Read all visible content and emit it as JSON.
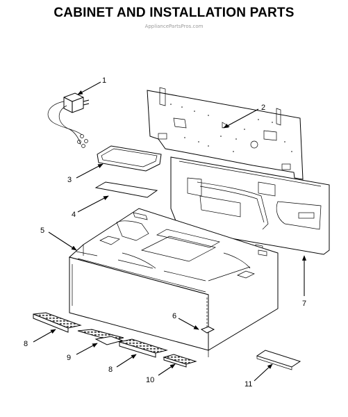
{
  "title": "CABINET AND INSTALLATION PARTS",
  "watermark": "AppliancePartsPros.com",
  "callouts": [
    {
      "id": "1",
      "label": "1"
    },
    {
      "id": "2",
      "label": "2"
    },
    {
      "id": "3",
      "label": "3"
    },
    {
      "id": "4",
      "label": "4"
    },
    {
      "id": "5",
      "label": "5"
    },
    {
      "id": "6",
      "label": "6"
    },
    {
      "id": "7",
      "label": "7"
    },
    {
      "id": "8a",
      "label": "8"
    },
    {
      "id": "9",
      "label": "9"
    },
    {
      "id": "8b",
      "label": "8"
    },
    {
      "id": "10",
      "label": "10"
    },
    {
      "id": "11",
      "label": "11"
    }
  ]
}
